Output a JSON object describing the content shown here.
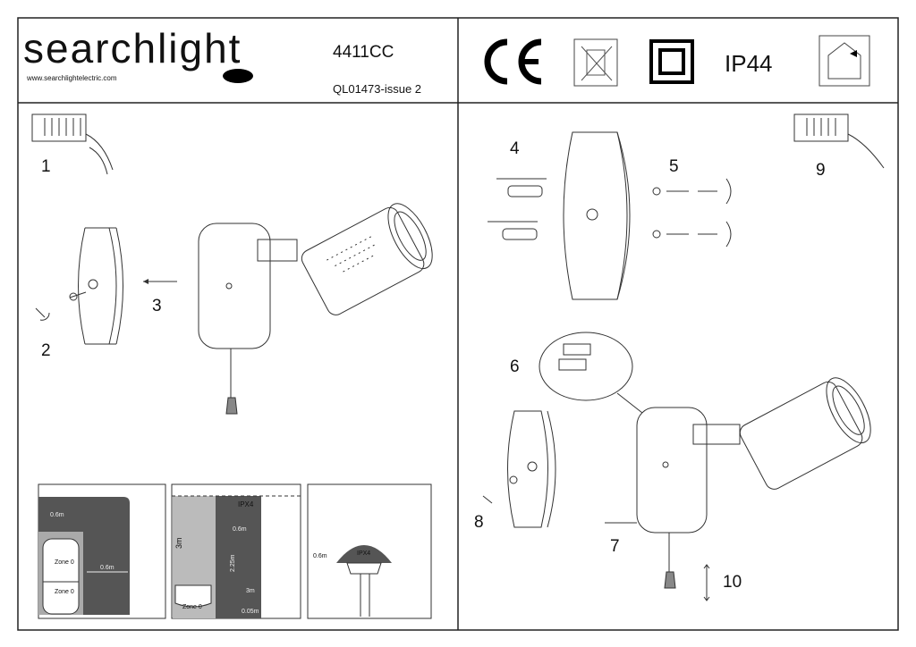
{
  "header": {
    "brand": "searchlight",
    "website": "www.searchlightelectric.com",
    "model": "4411CC",
    "document_code": "QL01473-issue 2",
    "ip_rating": "IP44",
    "ce_mark": "CE"
  },
  "steps": [
    "1",
    "2",
    "3",
    "4",
    "5",
    "6",
    "7",
    "8",
    "9",
    "10"
  ],
  "zones": {
    "top_view": {
      "zone_a": "Zone 0",
      "zone_b": "Zone 0",
      "dist_top": "0.6m",
      "dist_side": "0.6m"
    },
    "side_view": {
      "ipx4": "IPX4",
      "height": "3m",
      "width": "0.6m",
      "height_2": "2.25m",
      "dist_3m": "3m",
      "floor": "0.05m",
      "zone": "Zone 0"
    },
    "shower_view": {
      "ipx4": "IPX4",
      "radius": "0.6m"
    }
  }
}
